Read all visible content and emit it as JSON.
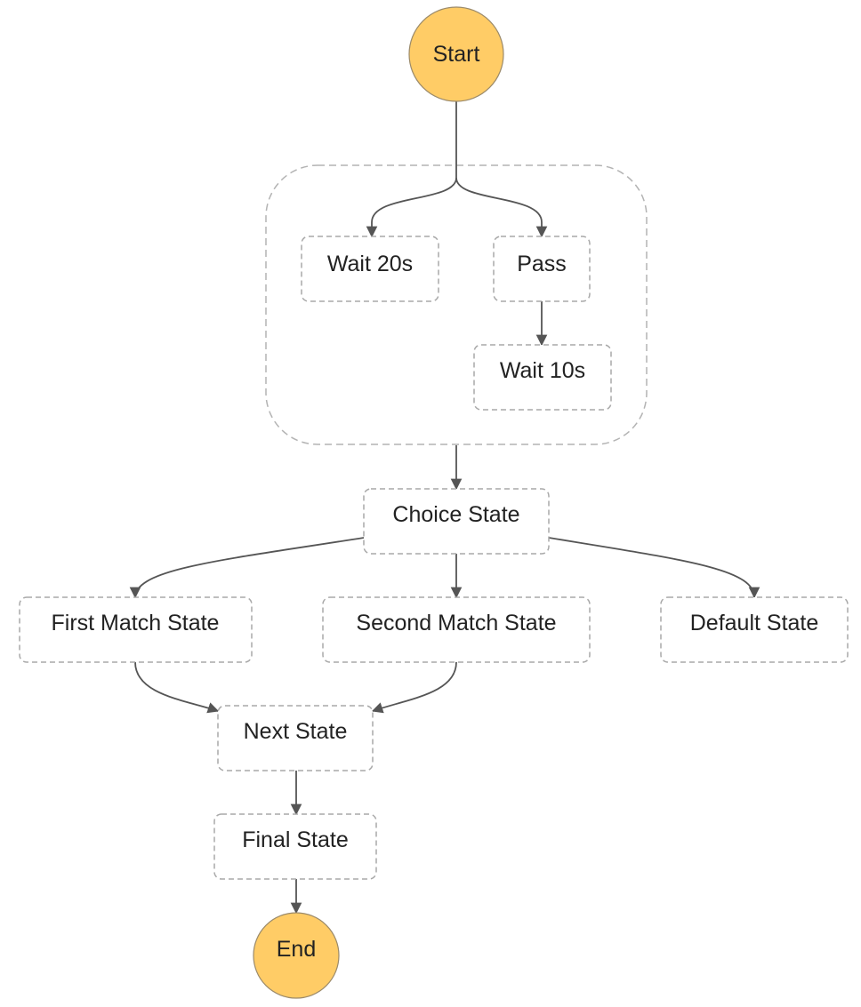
{
  "workflow": {
    "start": "Start",
    "parallel_group": {
      "wait_20s": "Wait 20s",
      "pass": "Pass",
      "wait_10s": "Wait 10s"
    },
    "choice": "Choice State",
    "branches": {
      "first_match": "First Match State",
      "second_match": "Second Match State",
      "default": "Default State"
    },
    "next": "Next State",
    "final": "Final State",
    "end": "End"
  },
  "colors": {
    "terminal_fill": "#ffcc66",
    "state_border": "#a9a9a9",
    "edge": "#555555"
  }
}
